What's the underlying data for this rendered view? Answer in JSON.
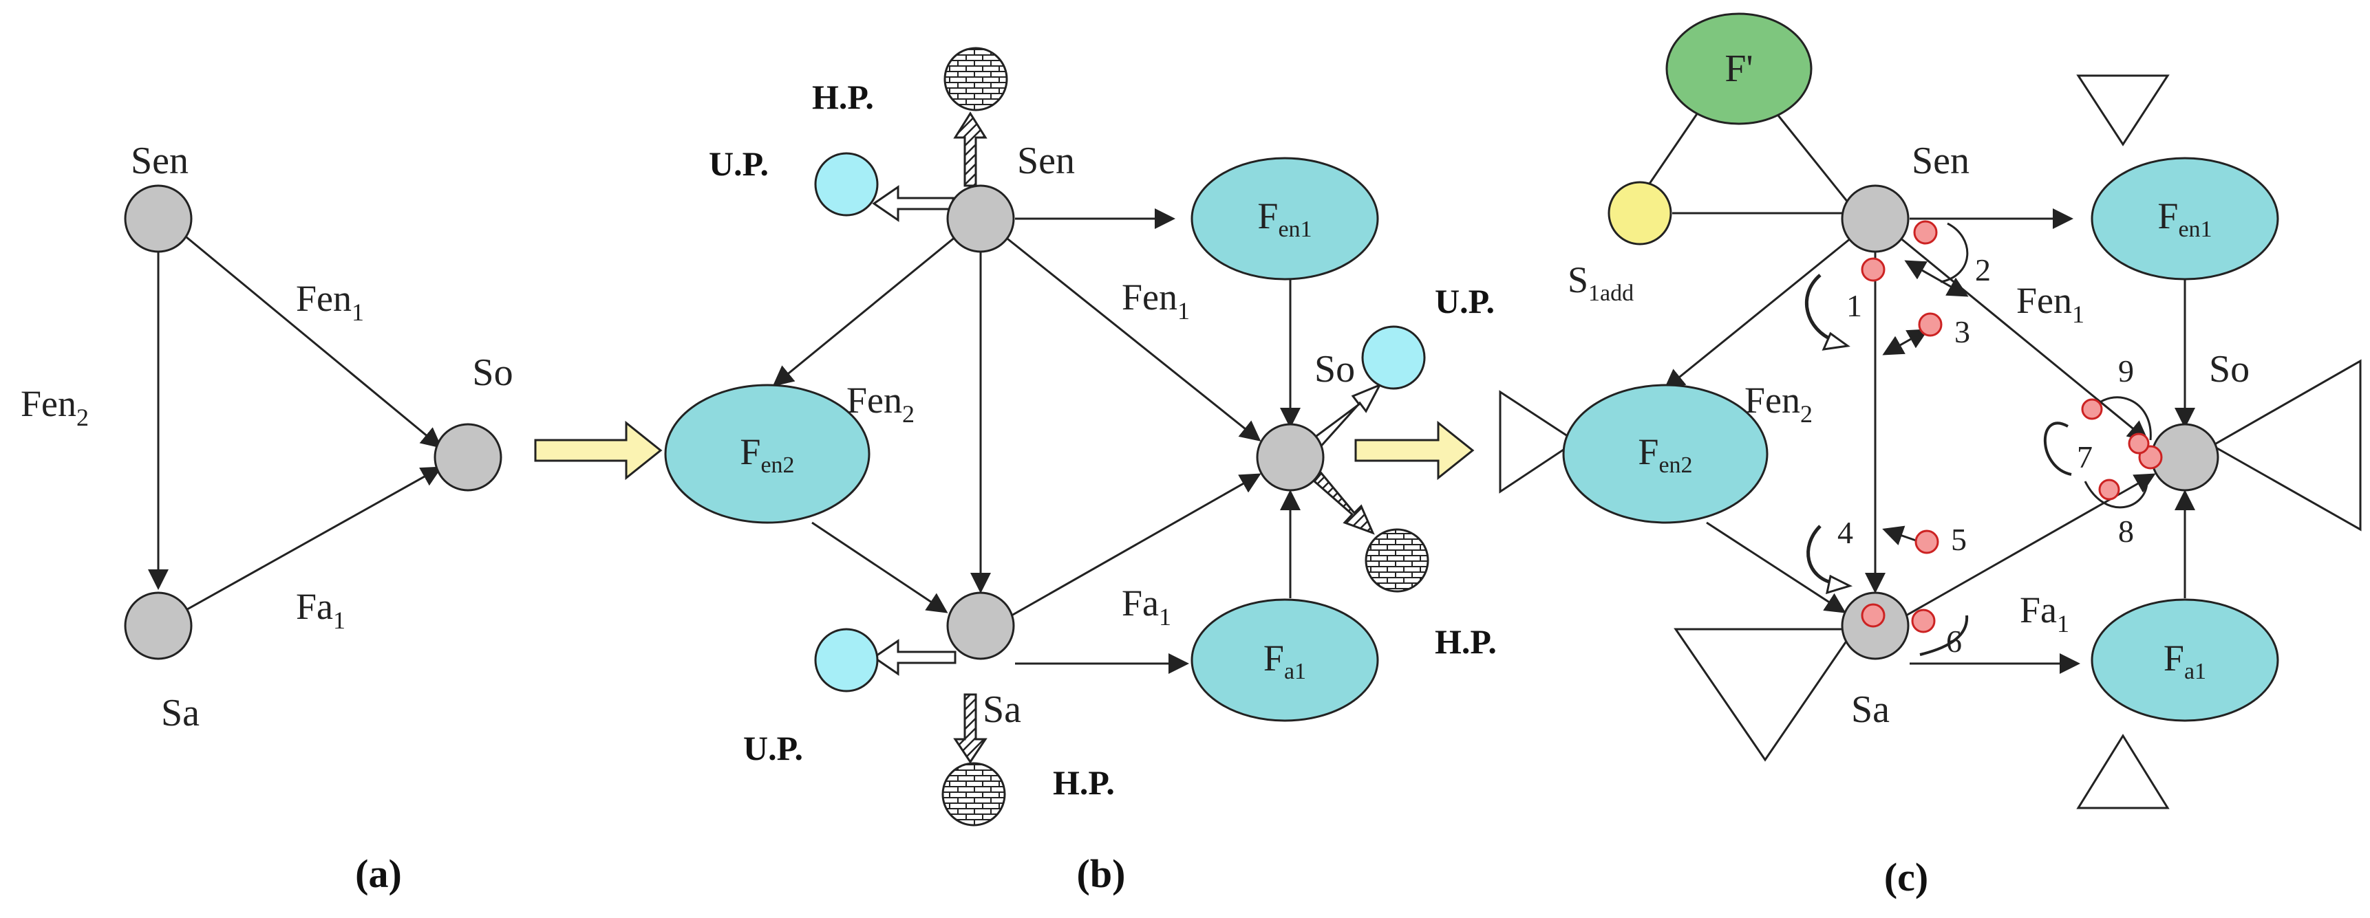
{
  "colors": {
    "node_gray": "#c4c4c4",
    "ellipse_teal": "#8fdade",
    "node_cyan": "#a6eef7",
    "node_yellow": "#f7f08a",
    "node_green": "#7ec67e",
    "arrow_yellow": "#fbf3b2",
    "marker_red": "#f49a9a",
    "stroke": "#222222"
  },
  "panel_a": {
    "caption": "(a)",
    "nodes": {
      "sen": "Sen",
      "sa": "Sa",
      "so": "So"
    },
    "edges": {
      "fen1_base": "Fen",
      "fen1_sub": "1",
      "fen2_base": "Fen",
      "fen2_sub": "2",
      "fa1_base": "Fa",
      "fa1_sub": "1"
    }
  },
  "panel_b": {
    "caption": "(b)",
    "nodes": {
      "sen": "Sen",
      "sa": "Sa",
      "so": "So"
    },
    "ellipses": {
      "fen1_base": "F",
      "fen1_sub": "en1",
      "fen2_base": "F",
      "fen2_sub": "en2",
      "fa1_base": "F",
      "fa1_sub": "a1"
    },
    "edges": {
      "fen1_base": "Fen",
      "fen1_sub": "1",
      "fen2_base": "Fen",
      "fen2_sub": "2",
      "fa1_base": "Fa",
      "fa1_sub": "1"
    },
    "hp_label": "H.P.",
    "up_label": "U.P."
  },
  "panel_c": {
    "caption": "(c)",
    "nodes": {
      "sen": "Sen",
      "sa": "Sa",
      "so": "So",
      "fprime": "F'",
      "s1add_base": "S",
      "s1add_sub": "1add"
    },
    "ellipses": {
      "fen1_base": "F",
      "fen1_sub": "en1",
      "fen2_base": "F",
      "fen2_sub": "en2",
      "fa1_base": "F",
      "fa1_sub": "a1"
    },
    "edges": {
      "fen1_base": "Fen",
      "fen1_sub": "1",
      "fen2_base": "Fen",
      "fen2_sub": "2",
      "fa1_base": "Fa",
      "fa1_sub": "1"
    },
    "markers": [
      "1",
      "2",
      "3",
      "4",
      "5",
      "6",
      "7",
      "8",
      "9"
    ]
  }
}
